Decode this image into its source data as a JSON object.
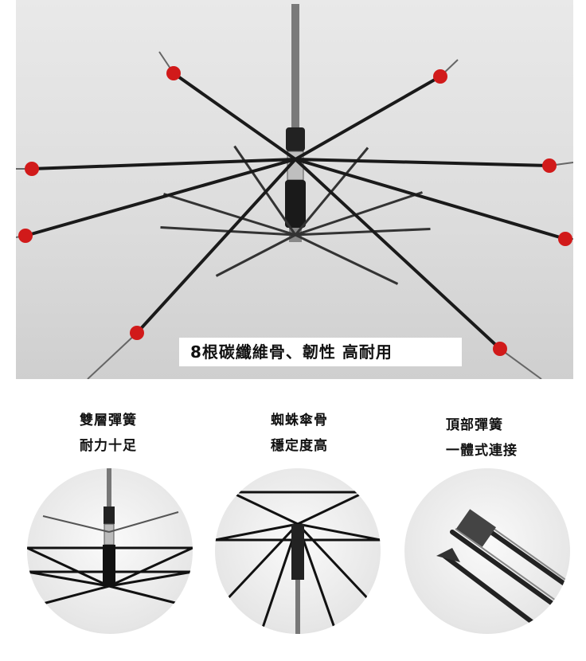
{
  "hero": {
    "caption": "8根碳纖維骨、韌性 高耐用",
    "marker_color": "#d11a1a"
  },
  "features": [
    {
      "line1": "雙層彈簧",
      "line2": "耐力十足",
      "icon": "double-spring-closeup"
    },
    {
      "line1": "蜘蛛傘骨",
      "line2": "穩定度高",
      "icon": "spider-frame-closeup"
    },
    {
      "line1": "頂部彈簧",
      "line2": "一體式連接",
      "icon": "top-spring-closeup"
    }
  ]
}
